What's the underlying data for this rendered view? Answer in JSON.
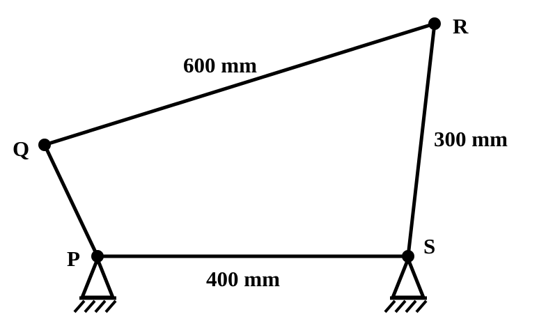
{
  "points": {
    "P": "P",
    "Q": "Q",
    "R": "R",
    "S": "S"
  },
  "dimensions": {
    "QR": "600 mm",
    "RS": "300 mm",
    "PS": "400 mm"
  },
  "colors": {
    "line": "#000000",
    "background": "#ffffff"
  }
}
